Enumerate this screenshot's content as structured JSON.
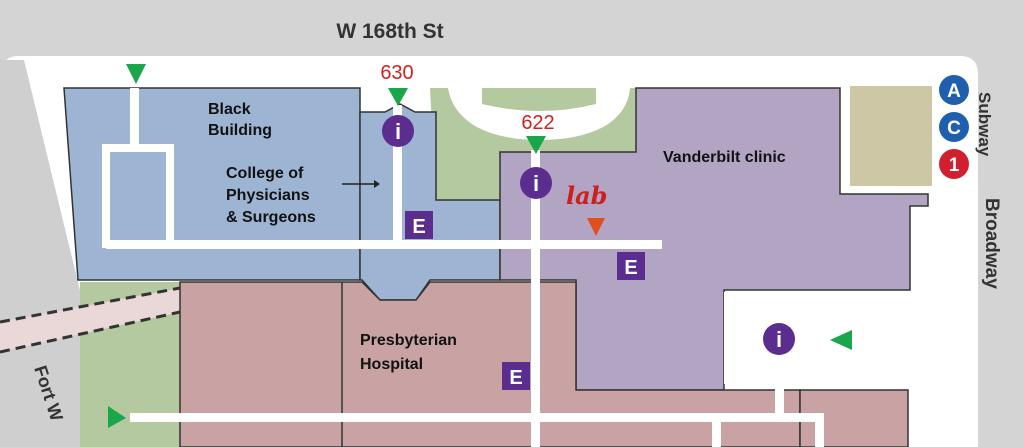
{
  "streets": {
    "north": "W 168th St",
    "east": "Broadway",
    "southwest": "Fort W"
  },
  "subway": {
    "label": "Subway",
    "lines": [
      {
        "name": "A",
        "color": "#1f5fae"
      },
      {
        "name": "C",
        "color": "#1f5fae"
      },
      {
        "name": "1",
        "color": "#d0202f"
      }
    ]
  },
  "buildings": {
    "black": [
      "Black",
      "Building"
    ],
    "college": [
      "College of",
      "Physicians",
      "& Surgeons"
    ],
    "vanderbilt": "Vanderbilt clinic",
    "presbyterian": [
      "Presbyterian",
      "Hospital"
    ]
  },
  "entrances": {
    "e1": "630",
    "e2": "622"
  },
  "markers": {
    "lab": "lab",
    "elevator": "E",
    "info": "i"
  },
  "colors": {
    "blue_building": "#9db4d2",
    "purple_building": "#b2a5c4",
    "pink_building": "#c9a3a3",
    "green_space": "#b4c9a0",
    "corridor": "#ffffff",
    "entrance_arrow": "#1aa64a",
    "entrance_number": "#d42020",
    "lab_marker": "#e0501c",
    "icon_purple": "#5b2d8e"
  }
}
